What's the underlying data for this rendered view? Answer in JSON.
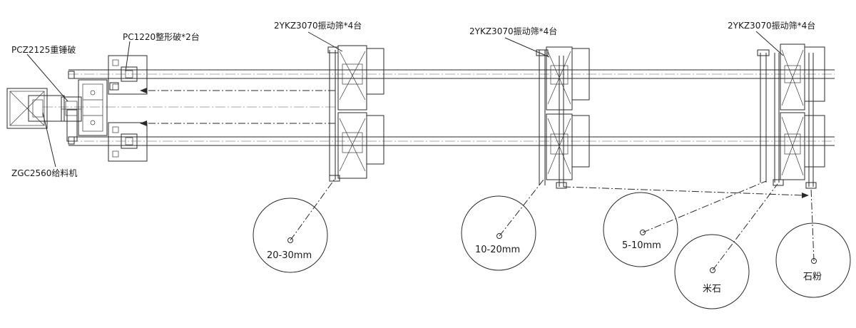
{
  "labels": {
    "impact_crusher": "PCZ2125重锤破",
    "shaping_crusher": "PC1220整形破*2台",
    "feeder": "ZGC2560给料机",
    "screen_group_1": "2YKZ3070振动筛*4台",
    "screen_group_2": "2YKZ3070振动筛*4台",
    "screen_group_3": "2YKZ3070振动筛*4台"
  },
  "stockpiles": [
    {
      "label": "20-30mm"
    },
    {
      "label": "10-20mm"
    },
    {
      "label": "5-10mm"
    },
    {
      "label": "米石"
    },
    {
      "label": "石粉"
    }
  ],
  "colors": {
    "line": "#2a2a2a",
    "background": "#ffffff"
  }
}
